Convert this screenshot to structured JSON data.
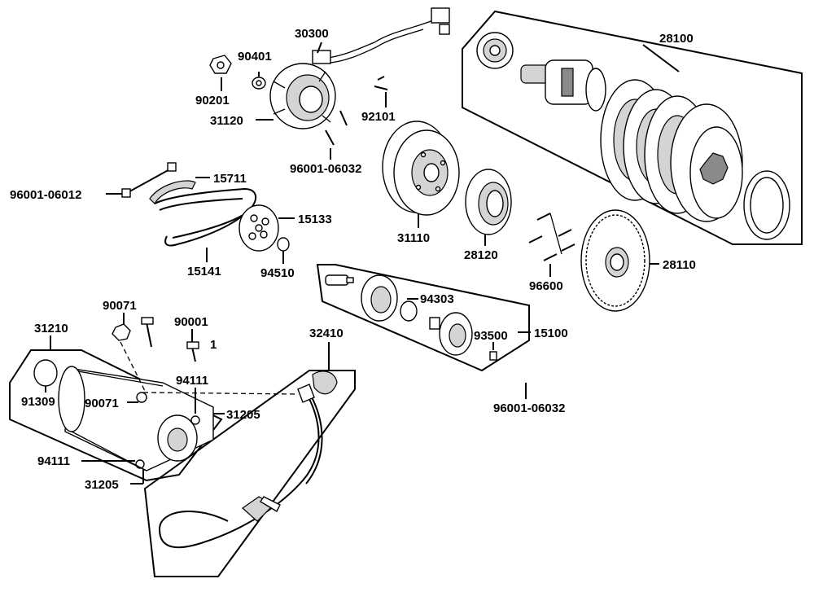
{
  "labels": {
    "p28100": "28100",
    "p30300": "30300",
    "p90401": "90401",
    "p90201": "90201",
    "p92101": "92101",
    "p31120": "31120",
    "p96001_06032_top": "96001-06032",
    "p15711": "15711",
    "p96001_06012": "96001-06012",
    "p15133": "15133",
    "p31110": "31110",
    "p28120": "28120",
    "p15141": "15141",
    "p94510": "94510",
    "p28110": "28110",
    "p96600": "96600",
    "p94303": "94303",
    "p15100": "15100",
    "p93500": "93500",
    "p96001_06032_bottom": "96001-06032",
    "p90071_top": "90071",
    "p90001": "90001",
    "p1": "1",
    "p31210": "31210",
    "p32410": "32410",
    "p94111_top": "94111",
    "p91309": "91309",
    "p90071_mid": "90071",
    "p31205_right": "31205",
    "p94111_left": "94111",
    "p31205_bottom": "31205"
  }
}
